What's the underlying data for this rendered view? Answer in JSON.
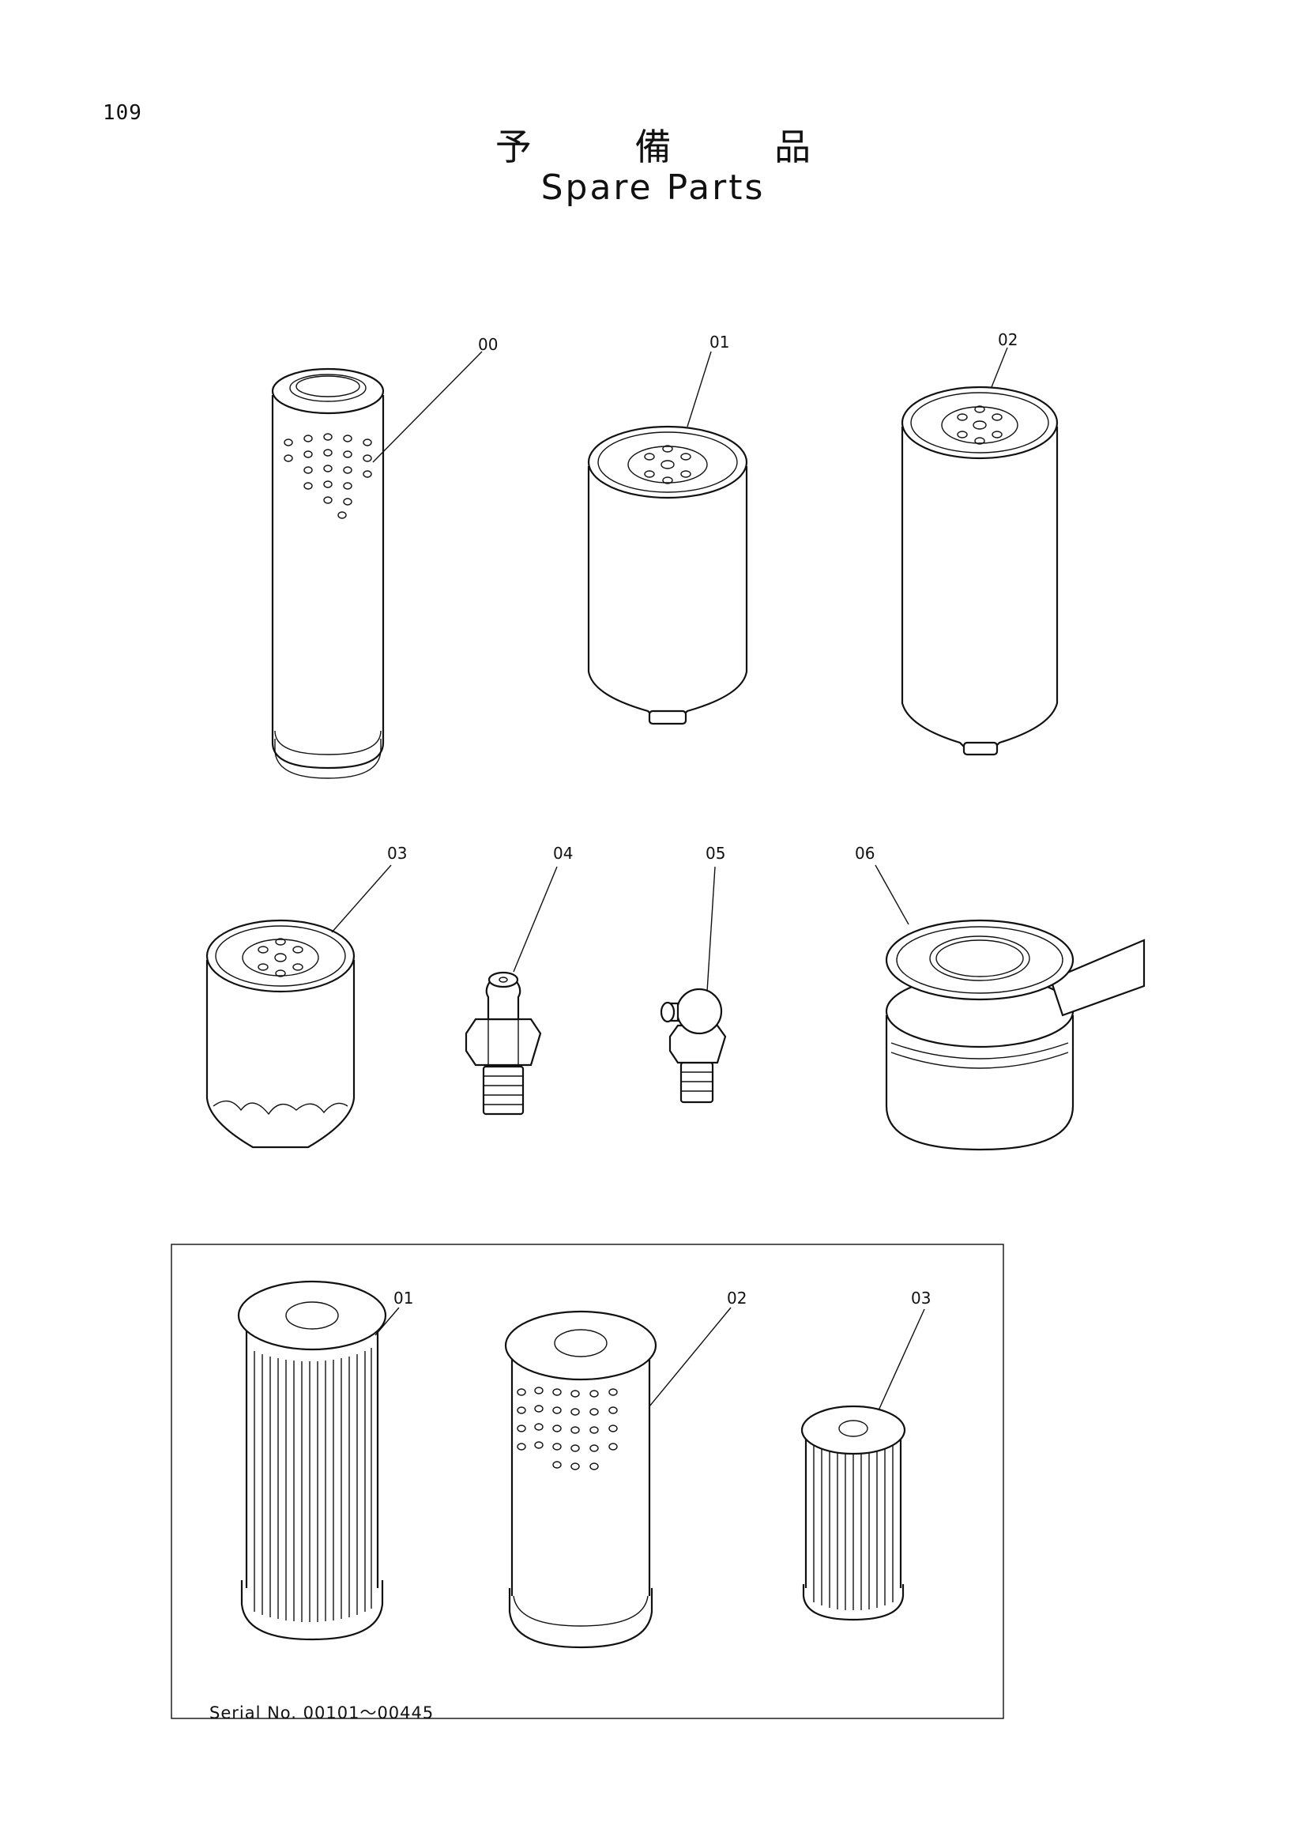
{
  "page_number": "109",
  "title_jp": "予 備 品",
  "title_en": "Spare Parts",
  "callouts": {
    "p00": "00",
    "p01": "01",
    "p02": "02",
    "p03": "03",
    "p04": "04",
    "p05": "05",
    "p06": "06",
    "box01": "01",
    "box02": "02",
    "box03": "03"
  },
  "serial_note": "Serial No. 00101～00445"
}
